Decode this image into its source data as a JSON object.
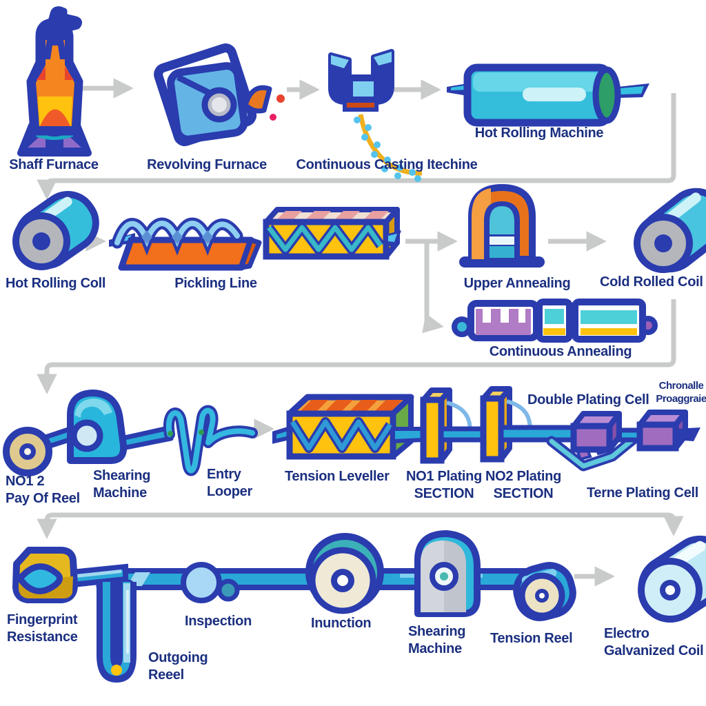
{
  "diagram": {
    "type": "process-flow",
    "subject": "steel coil production line",
    "stage_sequence": [
      "shaff_furnace",
      "revolving_furnace",
      "continuous_casting_machine",
      "hot_rolling_machine",
      "hot_rolling_coil",
      "pickling_line",
      "upper_annealing",
      "cold_rolled_coil",
      "continuous_annealing",
      "pay_off_reel",
      "shearing_machine_entry",
      "entry_looper",
      "tension_leveller",
      "no1_plating_section",
      "no2_plating_section",
      "double_plating_cell",
      "terne_plating_cell",
      "fingerprint_resistance",
      "outgoing_reel",
      "inspection",
      "inunction",
      "shearing_machine_exit",
      "tension_reel",
      "electro_galvanized_coil"
    ]
  },
  "labels": {
    "shaff_furnace": "Shaff Furnace",
    "revolving_furnace": "Revolving Furnace",
    "continuous_casting_machine": "Continuous Casting Itechine",
    "hot_rolling_machine": "Hot Rolling Machine",
    "hot_rolling_coil": "Hot Rolling Coll",
    "pickling_line": "Pickling Line",
    "upper_annealing": "Upper Annealing",
    "cold_rolled_coil": "Cold Rolled Coil",
    "continuous_annealing": "Continuous Annealing",
    "pay_off_reel": "NO1 2\nPay Of Reel",
    "shearing_machine_entry": "Shearing\nMachine",
    "entry_looper": "Entry\nLooper",
    "tension_leveller": "Tension Leveller",
    "no1_plating_section": "NO1 Plating\nSECTION",
    "no2_plating_section": "NO2 Plating\nSECTION",
    "double_plating_cell": "Double Plating Cell",
    "chromate_note": "Chronalle\nProaggraie",
    "terne_plating_cell": "Terne Plating Cell",
    "fingerprint_resistance": "Fingerprint\nResistance",
    "outgoing_reel": "Outgoing\nReeel",
    "inspection": "Inspection",
    "inunction": "Inunction",
    "shearing_machine_exit": "Shearing\nMachine",
    "tension_reel": "Tension Reel",
    "electro_galvanized_coil": "Electro\nGalvanized Coil"
  },
  "colors": {
    "outline_navy": "#2a3cae",
    "text_navy": "#1b2f80",
    "connector_gray": "#c9cbcb",
    "strip_blue": "#2aa8d8",
    "cyan": "#35bedc",
    "light_blue": "#9fd8f0",
    "orange": "#f26f1c",
    "deep_orange": "#e8721c",
    "red": "#e8432e",
    "yellow": "#ffc20e",
    "teal": "#1ba8c4",
    "purple": "#a06cc0",
    "tan": "#e0c98f",
    "metal_gray": "#b4b6bc",
    "background": "#ffffff"
  }
}
